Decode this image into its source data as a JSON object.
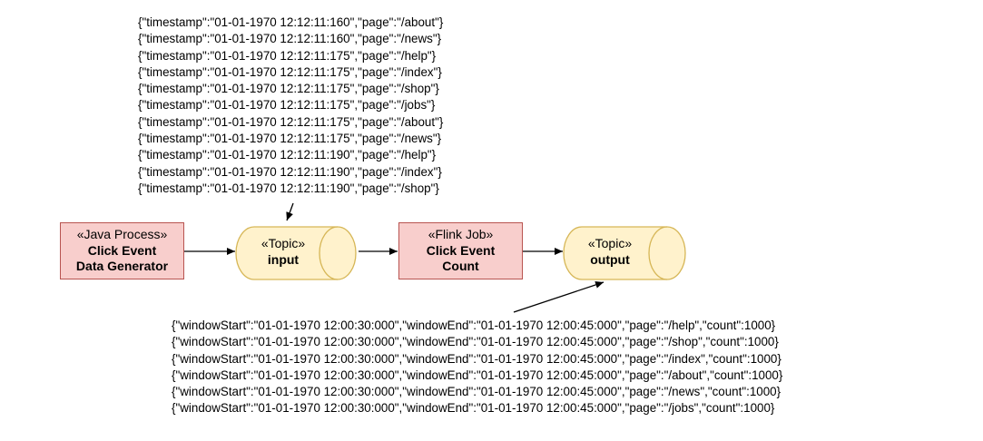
{
  "input_events": [
    "{\"timestamp\":\"01-01-1970 12:12:11:160\",\"page\":\"/about\"}",
    "{\"timestamp\":\"01-01-1970 12:12:11:160\",\"page\":\"/news\"}",
    "{\"timestamp\":\"01-01-1970 12:12:11:175\",\"page\":\"/help\"}",
    "{\"timestamp\":\"01-01-1970 12:12:11:175\",\"page\":\"/index\"}",
    "{\"timestamp\":\"01-01-1970 12:12:11:175\",\"page\":\"/shop\"}",
    "{\"timestamp\":\"01-01-1970 12:12:11:175\",\"page\":\"/jobs\"}",
    "{\"timestamp\":\"01-01-1970 12:12:11:175\",\"page\":\"/about\"}",
    "{\"timestamp\":\"01-01-1970 12:12:11:175\",\"page\":\"/news\"}",
    "{\"timestamp\":\"01-01-1970 12:12:11:190\",\"page\":\"/help\"}",
    "{\"timestamp\":\"01-01-1970 12:12:11:190\",\"page\":\"/index\"}",
    "{\"timestamp\":\"01-01-1970 12:12:11:190\",\"page\":\"/shop\"}"
  ],
  "nodes": {
    "generator": {
      "stereotype": "«Java Process»",
      "name_line1": "Click Event",
      "name_line2": "Data Generator"
    },
    "topic_input": {
      "stereotype": "«Topic»",
      "name": "input"
    },
    "flink_job": {
      "stereotype": "«Flink Job»",
      "name_line1": "Click Event",
      "name_line2": "Count"
    },
    "topic_output": {
      "stereotype": "«Topic»",
      "name": "output"
    }
  },
  "output_events": [
    "{\"windowStart\":\"01-01-1970 12:00:30:000\",\"windowEnd\":\"01-01-1970 12:00:45:000\",\"page\":\"/help\",\"count\":1000}",
    "{\"windowStart\":\"01-01-1970 12:00:30:000\",\"windowEnd\":\"01-01-1970 12:00:45:000\",\"page\":\"/shop\",\"count\":1000}",
    "{\"windowStart\":\"01-01-1970 12:00:30:000\",\"windowEnd\":\"01-01-1970 12:00:45:000\",\"page\":\"/index\",\"count\":1000}",
    "{\"windowStart\":\"01-01-1970 12:00:30:000\",\"windowEnd\":\"01-01-1970 12:00:45:000\",\"page\":\"/about\",\"count\":1000}",
    "{\"windowStart\":\"01-01-1970 12:00:30:000\",\"windowEnd\":\"01-01-1970 12:00:45:000\",\"page\":\"/news\",\"count\":1000}",
    "{\"windowStart\":\"01-01-1970 12:00:30:000\",\"windowEnd\":\"01-01-1970 12:00:45:000\",\"page\":\"/jobs\",\"count\":1000}"
  ],
  "colors": {
    "process_fill": "#f8cecc",
    "process_stroke": "#b85450",
    "topic_fill": "#fff2cc",
    "topic_stroke": "#d6b656"
  }
}
